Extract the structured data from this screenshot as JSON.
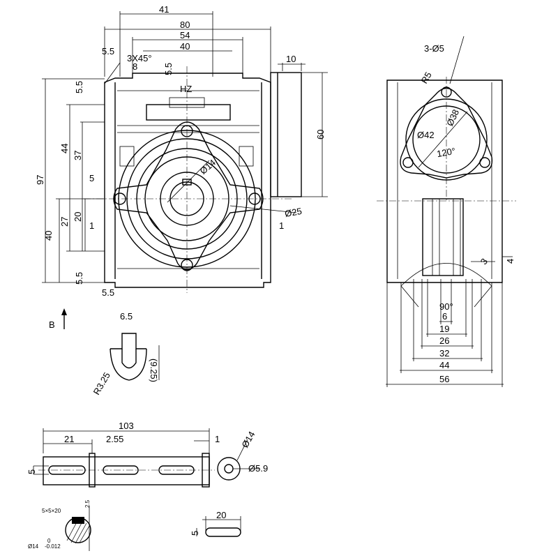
{
  "front_view": {
    "top_dims": [
      "41",
      "80",
      "54",
      "40"
    ],
    "chamfer": "3X45°",
    "dim_5_5": "5.5",
    "dim_8": "8",
    "dim_5_5b": "5.5",
    "hz": "HZ",
    "flange_width": "10",
    "flange_height": "60",
    "overall_height": "97",
    "dim_44": "44",
    "dim_37": "37",
    "dim_27": "27",
    "dim_20": "20",
    "dim_40": "40",
    "dim_5_5_left_top": "5.5",
    "dim_5_5_left_bottom": "5.5",
    "dim_5_5_bottom": "5.5",
    "key_width": "5",
    "bore": "Ø14",
    "boss": "Ø25",
    "dim_1_left": "1",
    "dim_1_right": "1"
  },
  "view_b": {
    "label": "B",
    "dim_6_5": "6.5",
    "radius": "R3.25",
    "depth": "(9.25)"
  },
  "side_view": {
    "holes": "3-Ø5",
    "radius": "R5",
    "pcd": "Ø38",
    "pilot": "Ø42",
    "angle": "120°",
    "arc_angle": "90°",
    "dim_3": "3",
    "dim_4": "4",
    "widths": [
      "6",
      "19",
      "26",
      "32",
      "44",
      "56"
    ]
  },
  "shaft": {
    "length": "103",
    "dim_21": "21",
    "dim_2_55": "2.55",
    "dim_1": "1",
    "dim_5": "5",
    "diameter": "Ø14",
    "center_hole": "Ø5.9"
  },
  "key_section": {
    "key": "5×5×20",
    "depth": "2.5",
    "dia": "Ø14",
    "tol_upper": "0",
    "tol_lower": "-0.012"
  },
  "key_part": {
    "length": "20",
    "width": "5"
  }
}
